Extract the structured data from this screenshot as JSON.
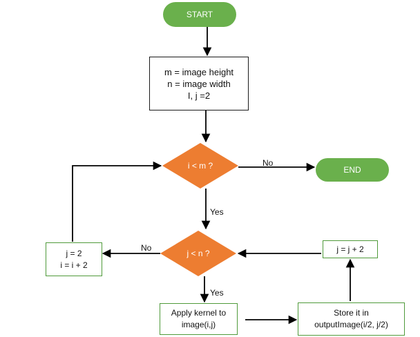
{
  "nodes": {
    "start": {
      "label": "START"
    },
    "init": {
      "lines": [
        "m = image height",
        "n = image width",
        "I, j =2"
      ]
    },
    "cond_i": {
      "label": "i < m ?"
    },
    "end": {
      "label": "END"
    },
    "cond_j": {
      "label": "j < n ?"
    },
    "reset_j": {
      "lines": [
        "j = 2",
        "i = i + 2"
      ]
    },
    "inc_j": {
      "label": "j = j + 2"
    },
    "apply": {
      "lines": [
        "Apply kernel to",
        "image(i,j)"
      ]
    },
    "store": {
      "lines": [
        "Store it in",
        "outputImage(i/2, j/2)"
      ]
    }
  },
  "edge_labels": {
    "cond_i_no": "No",
    "cond_i_yes": "Yes",
    "cond_j_no": "No",
    "cond_j_yes": "Yes"
  },
  "colors": {
    "terminal": "#6ab04c",
    "decision": "#ed7d31",
    "green_border": "#4f9a3a",
    "edge": "#000000"
  }
}
